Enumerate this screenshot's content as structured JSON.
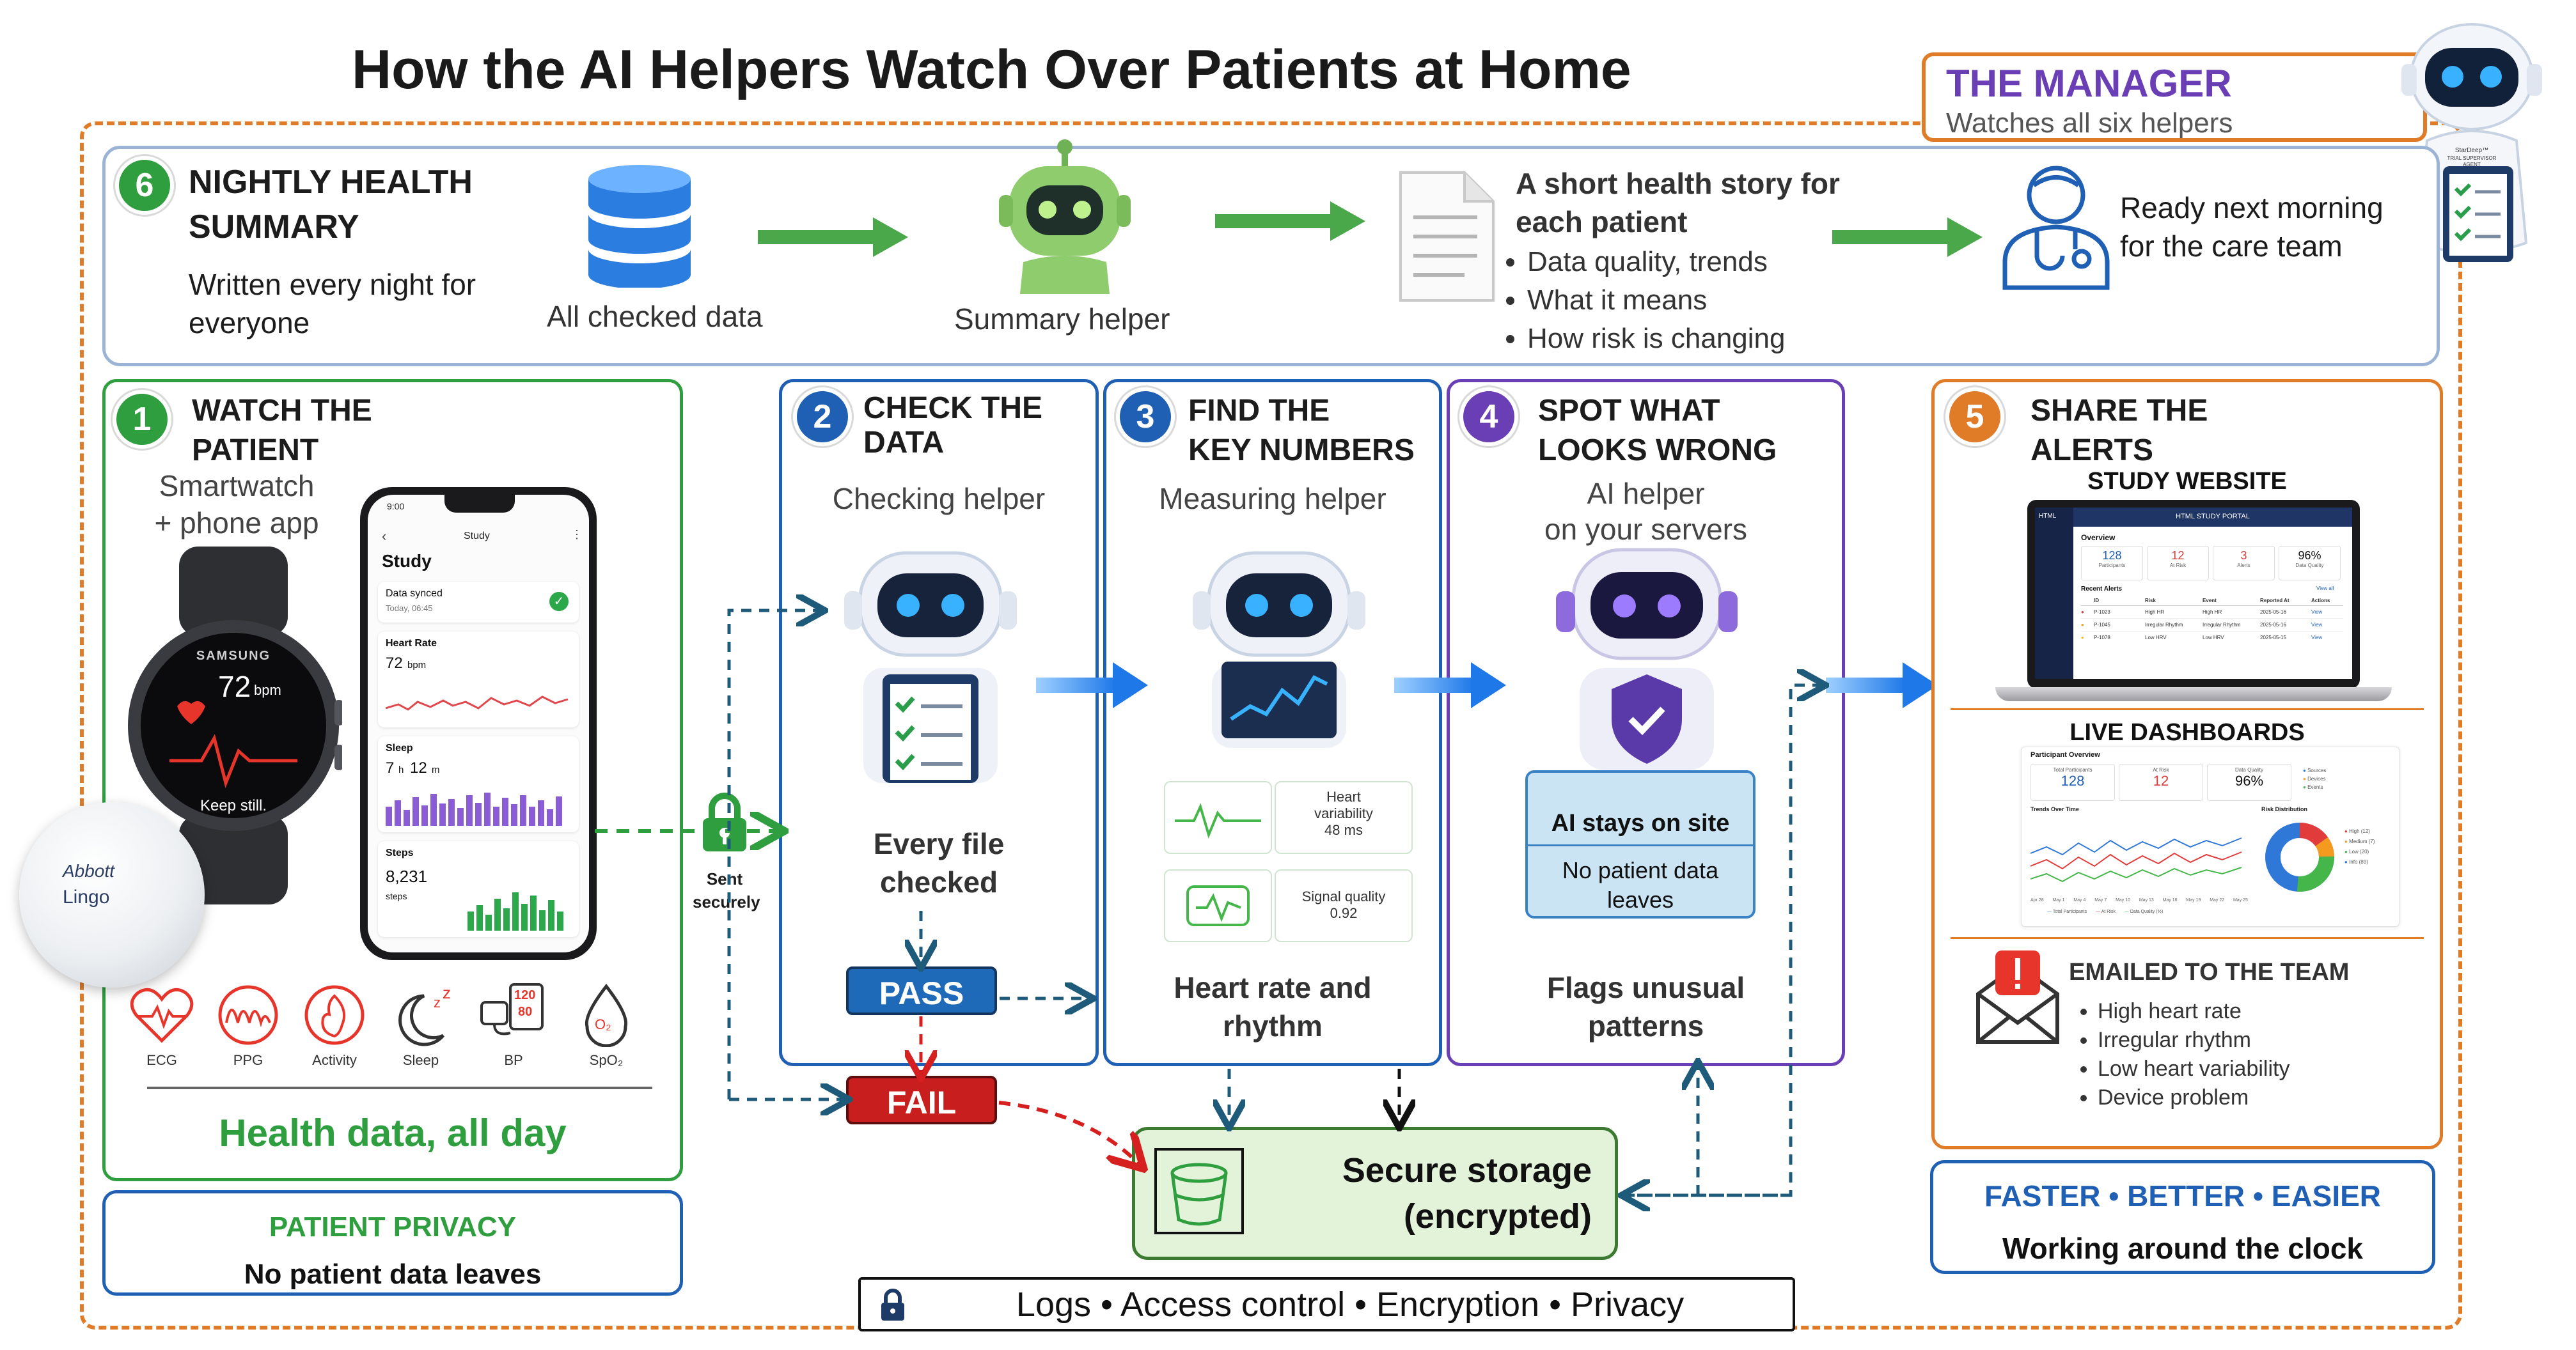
{
  "title": "How the AI Helpers Watch Over Patients at Home",
  "manager": {
    "title": "THE MANAGER",
    "subtitle": "Watches all six helpers"
  },
  "step6": {
    "num": "6",
    "header_line1": "NIGHTLY HEALTH",
    "header_line2": "SUMMARY",
    "desc_line1": "Written every night for",
    "desc_line2": "everyone",
    "db_label": "All checked data",
    "helper_label": "Summary helper",
    "story_line1": "A short health story for",
    "story_line2": "each patient",
    "story_bullets": [
      "Data quality, trends",
      "What it means",
      "How risk is changing"
    ],
    "ready_line1": "Ready next morning",
    "ready_line2": "for the care team"
  },
  "step1": {
    "num": "1",
    "header_line1": "WATCH THE",
    "header_line2": "PATIENT",
    "device_line1": "Smartwatch",
    "device_line2": "+ phone app",
    "watch": {
      "brand": "SAMSUNG",
      "bpm_value": "72",
      "bpm_unit": "bpm",
      "message": "Keep still."
    },
    "phone": {
      "time": "9:00",
      "nav_title": "Study",
      "heading": "Study",
      "sync_title": "Data synced",
      "sync_time": "Today, 06:45",
      "hr_label": "Heart Rate",
      "hr_value": "72",
      "hr_unit": "bpm",
      "sleep_label": "Sleep",
      "sleep_h": "7",
      "sleep_h_unit": "h",
      "sleep_m": "12",
      "sleep_m_unit": "m",
      "steps_label": "Steps",
      "steps_value": "8,231",
      "steps_unit": "steps"
    },
    "sensor": {
      "brand": "Abbott",
      "product": "Lingo"
    },
    "icons": [
      {
        "name": "ecg-icon",
        "label": "ECG"
      },
      {
        "name": "ppg-icon",
        "label": "PPG"
      },
      {
        "name": "activity-icon",
        "label": "Activity"
      },
      {
        "name": "sleep-icon",
        "label": "Sleep"
      },
      {
        "name": "bp-icon",
        "label": "BP"
      },
      {
        "name": "spo2-icon",
        "label": "SpO₂"
      }
    ],
    "bp_top": "120",
    "bp_bottom": "80",
    "o2_label": "O₂",
    "footer": "Health data, all day"
  },
  "privacy": {
    "title": "PATIENT PRIVACY",
    "text": "No patient data leaves"
  },
  "sent": {
    "line1": "Sent",
    "line2": "securely"
  },
  "step2": {
    "num": "2",
    "header_line1": "CHECK THE",
    "header_line2": "DATA",
    "sub": "Checking helper",
    "body_line1": "Every file",
    "body_line2": "checked",
    "pass": "PASS",
    "fail": "FAIL"
  },
  "step3": {
    "num": "3",
    "header_line1": "FIND THE",
    "header_line2": "KEY NUMBERS",
    "sub": "Measuring helper",
    "card1_line1": "Heart",
    "card1_line2": "variability",
    "card1_value": "48 ms",
    "card2_line1": "Signal quality",
    "card2_value": "0.92",
    "body_line1": "Heart rate and",
    "body_line2": "rhythm"
  },
  "step4": {
    "num": "4",
    "header_line1": "SPOT WHAT",
    "header_line2": "LOOKS WRONG",
    "sub_line1": "AI helper",
    "sub_line2": "on your servers",
    "onsite": "AI stays on site",
    "noleave_line1": "No patient data",
    "noleave_line2": "leaves",
    "body_line1": "Flags unusual",
    "body_line2": "patterns"
  },
  "step5": {
    "num": "5",
    "header_line1": "SHARE THE",
    "header_line2": "ALERTS",
    "website_title": "STUDY WEBSITE",
    "portal": {
      "brand": "HTML",
      "title": "HTML STUDY PORTAL",
      "overview": "Overview",
      "stats": [
        {
          "value": "128",
          "label": "Participants",
          "color": "#1f5fb4"
        },
        {
          "value": "12",
          "label": "At Risk",
          "color": "#d93b3b"
        },
        {
          "value": "3",
          "label": "Alerts",
          "color": "#d93b3b"
        },
        {
          "value": "96%",
          "label": "Data Quality",
          "color": "#1c1c1c"
        }
      ],
      "recent": "Recent Alerts",
      "view_all": "View all",
      "cols": [
        "ID",
        "Risk",
        "Event",
        "Reported At",
        "Actions"
      ],
      "rows": [
        [
          "P-1023",
          "High HR",
          "High HR",
          "2025-05-16",
          "View"
        ],
        [
          "P-1045",
          "Irregular Rhythm",
          "Irregular Rhythm",
          "2025-05-16",
          "View"
        ],
        [
          "P-1078",
          "Low HRV",
          "Low HRV",
          "2025-05-15",
          "View"
        ]
      ]
    },
    "dash_title": "LIVE DASHBOARDS",
    "dash": {
      "overview": "Participant Overview",
      "stats": [
        {
          "label": "Total Participants",
          "value": "128",
          "color": "#1f5fb4"
        },
        {
          "label": "At Risk",
          "value": "12",
          "color": "#d93b3b"
        },
        {
          "label": "Data Quality",
          "value": "96%",
          "color": "#1c1c1c"
        }
      ],
      "legend": [
        "Sources",
        "Devices",
        "Events"
      ],
      "trends": "Trends Over Time",
      "risk": "Risk Distribution",
      "risk_levels": [
        {
          "label": "High (12)",
          "color": "#e23b3b"
        },
        {
          "label": "Medium (7)",
          "color": "#f39a1f"
        },
        {
          "label": "Low (20)",
          "color": "#45b649"
        },
        {
          "label": "Info (89)",
          "color": "#2f78d8"
        }
      ],
      "x_labels": [
        "Apr 28",
        "May 1",
        "May 4",
        "May 7",
        "May 10",
        "May 13",
        "May 16",
        "May 19",
        "May 22",
        "May 25"
      ],
      "trend_legend": [
        "Total Participants",
        "At Risk",
        "Data Quality (%)"
      ]
    },
    "email_title": "EMAILED TO THE TEAM",
    "email_bullets": [
      "High heart rate",
      "Irregular rhythm",
      "Low heart variability",
      "Device problem"
    ]
  },
  "faster": {
    "title": "FASTER • BETTER • EASIER",
    "sub": "Working around the clock"
  },
  "storage": {
    "line1": "Secure storage",
    "line2": "(encrypted)"
  },
  "bottom_bar": "Logs • Access control • Encryption • Privacy",
  "robot_badge": {
    "line1": "StarDeep™",
    "line2": "TRIAL SUPERVISOR",
    "line3": "AGENT"
  },
  "colors": {
    "green": "#2e9e3f",
    "blue": "#1f5fb4",
    "purple": "#6a3fb5",
    "orange": "#e07b28",
    "pass": "#1f6ab8",
    "fail": "#c81e1e",
    "storage_bg": "#e2f3da",
    "storage_border": "#3c7a32"
  }
}
